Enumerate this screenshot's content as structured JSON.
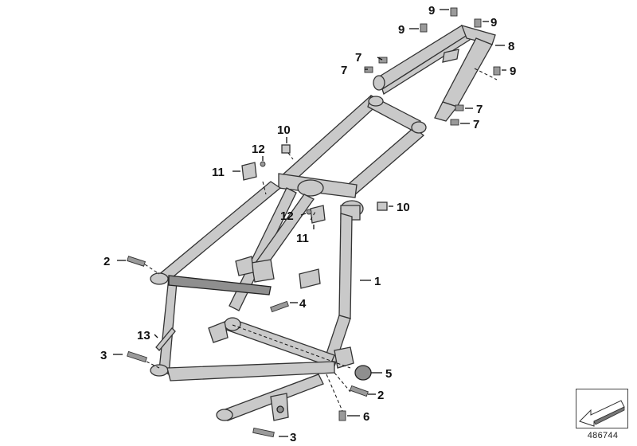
{
  "diagram": {
    "callouts": [
      {
        "id": "c1",
        "label": "1"
      },
      {
        "id": "c2a",
        "label": "2"
      },
      {
        "id": "c2b",
        "label": "2"
      },
      {
        "id": "c3a",
        "label": "3"
      },
      {
        "id": "c3b",
        "label": "3"
      },
      {
        "id": "c4",
        "label": "4"
      },
      {
        "id": "c5",
        "label": "5"
      },
      {
        "id": "c6",
        "label": "6"
      },
      {
        "id": "c7a",
        "label": "7"
      },
      {
        "id": "c7b",
        "label": "7"
      },
      {
        "id": "c7c",
        "label": "7"
      },
      {
        "id": "c7d",
        "label": "7"
      },
      {
        "id": "c8",
        "label": "8"
      },
      {
        "id": "c9a",
        "label": "9"
      },
      {
        "id": "c9b",
        "label": "9"
      },
      {
        "id": "c9c",
        "label": "9"
      },
      {
        "id": "c9d",
        "label": "9"
      },
      {
        "id": "c10a",
        "label": "10"
      },
      {
        "id": "c10b",
        "label": "10"
      },
      {
        "id": "c11a",
        "label": "11"
      },
      {
        "id": "c11b",
        "label": "11"
      },
      {
        "id": "c12a",
        "label": "12"
      },
      {
        "id": "c12b",
        "label": "12"
      },
      {
        "id": "c13",
        "label": "13"
      }
    ],
    "reference_number": "486744"
  }
}
